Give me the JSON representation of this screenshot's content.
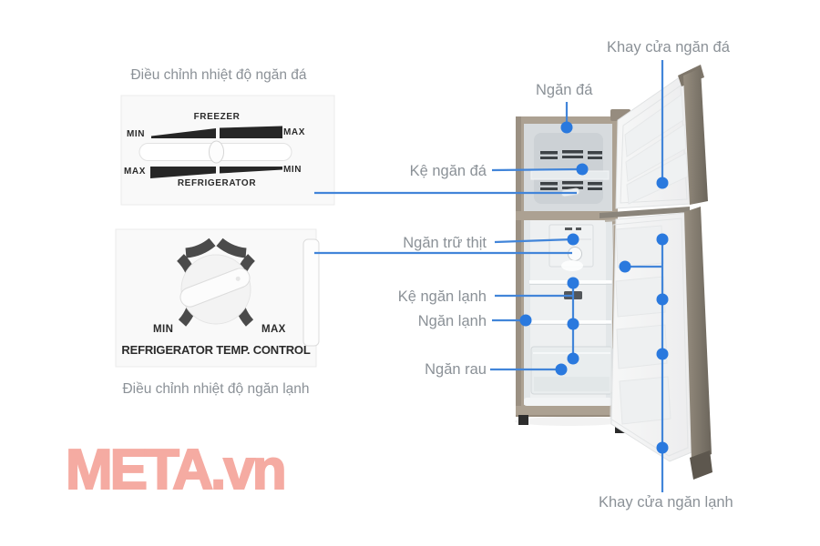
{
  "colors": {
    "accent_dot_blue": "#2a79de",
    "line_blue": "#4285d9",
    "label_gray": "#8b9197",
    "watermark_red": "#f5aba2",
    "cabinet_taupe": "#aca192"
  },
  "freezer_panel": {
    "caption": "Điều chỉnh nhiệt độ ngăn đá",
    "freezer_label": "FREEZER",
    "refrigerator_label": "REFRIGERATOR",
    "top_left": "MIN",
    "top_right": "MAX",
    "bottom_left": "MAX",
    "bottom_right": "MIN"
  },
  "dial_panel": {
    "caption": "Điều chỉnh nhiệt độ ngăn lạnh",
    "min_label": "MIN",
    "max_label": "MAX",
    "control_label": "REFRIGERATOR TEMP. CONTROL"
  },
  "callouts": {
    "freezer_door_tray": "Khay cửa ngăn đá",
    "freezer_compartment": "Ngăn đá",
    "freezer_shelf": "Kệ ngăn đá",
    "meat_tray": "Ngăn trữ thịt",
    "fridge_shelf": "Kệ ngăn lạnh",
    "fridge_compartment": "Ngăn lạnh",
    "vegetable_drawer": "Ngăn rau",
    "fridge_door_tray": "Khay cửa ngăn lạnh"
  },
  "watermark": {
    "text": "META.vn"
  }
}
